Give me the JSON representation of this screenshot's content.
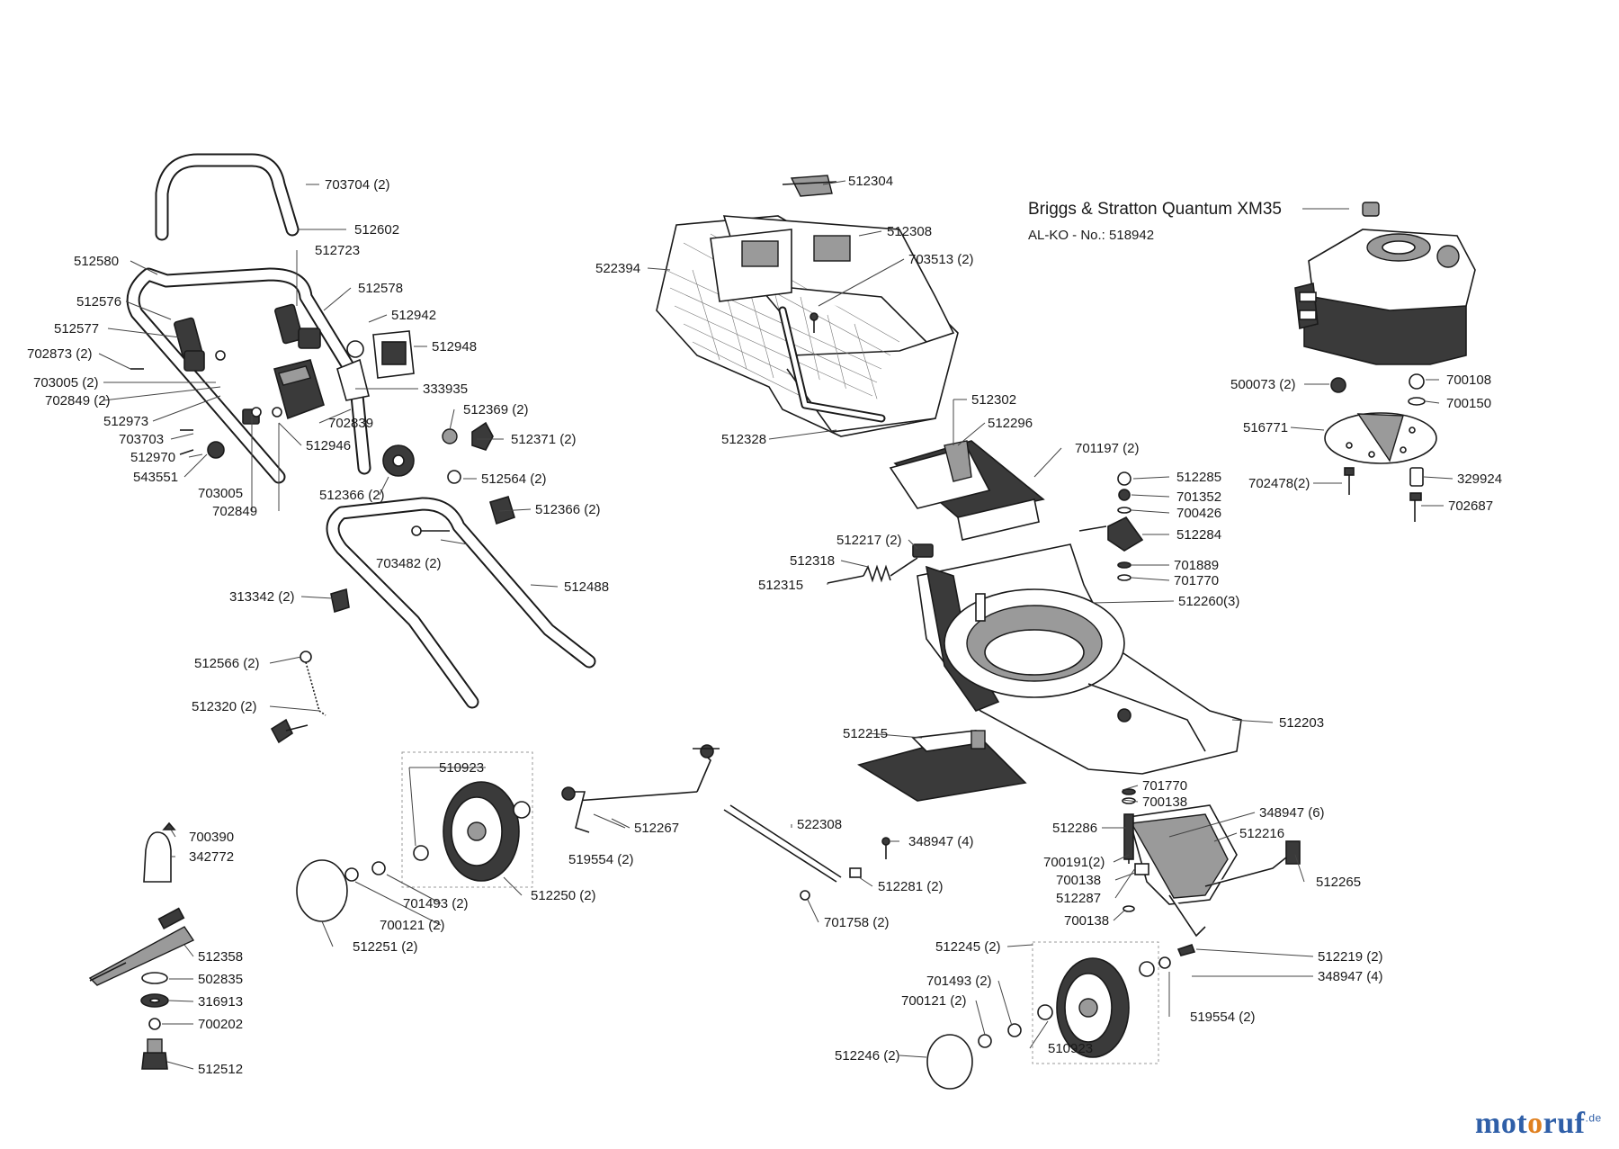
{
  "engine": {
    "title": "Briggs & Stratton Quantum XM35",
    "subtitle": "AL-KO - No.: 518942"
  },
  "watermark": {
    "part1": "mot",
    "part2": "o",
    "part3": "ruf",
    "suffix": ".de"
  },
  "labels": [
    "703704 (2)",
    "512602",
    "512723",
    "512580",
    "512578",
    "512576",
    "512942",
    "512948",
    "512577",
    "702873 (2)",
    "703005 (2)",
    "702849 (2)",
    "333935",
    "512973",
    "703703",
    "702839",
    "512369 (2)",
    "512946",
    "512371 (2)",
    "512970",
    "543551",
    "703005",
    "512366 (2)",
    "512564 (2)",
    "702849",
    "512366 (2)",
    "703482 (2)",
    "512488",
    "313342 (2)",
    "512566 (2)",
    "512320 (2)",
    "512304",
    "512308",
    "522394",
    "703513 (2)",
    "512328",
    "500073 (2)",
    "700108",
    "700150",
    "516771",
    "702478(2)",
    "329924",
    "702687",
    "512302",
    "512296",
    "701197 (2)",
    "512285",
    "701352",
    "700426",
    "512284",
    "512217 (2)",
    "512318",
    "512315",
    "701889",
    "701770",
    "512260(3)",
    "512203",
    "512215",
    "348947 (4)",
    "701770",
    "700138",
    "512286",
    "348947 (6)",
    "512216",
    "700191(2)",
    "700138",
    "512287",
    "512265",
    "700138",
    "510923",
    "512267",
    "519554 (2)",
    "522308",
    "512250 (2)",
    "701493 (2)",
    "700121 (2)",
    "512281 (2)",
    "512251 (2)",
    "701758 (2)",
    "700390",
    "342772",
    "512358",
    "502835",
    "316913",
    "700202",
    "512512",
    "512245 (2)",
    "512219 (2)",
    "701493 (2)",
    "348947 (4)",
    "700121 (2)",
    "519554 (2)",
    "512246 (2)",
    "510923"
  ]
}
